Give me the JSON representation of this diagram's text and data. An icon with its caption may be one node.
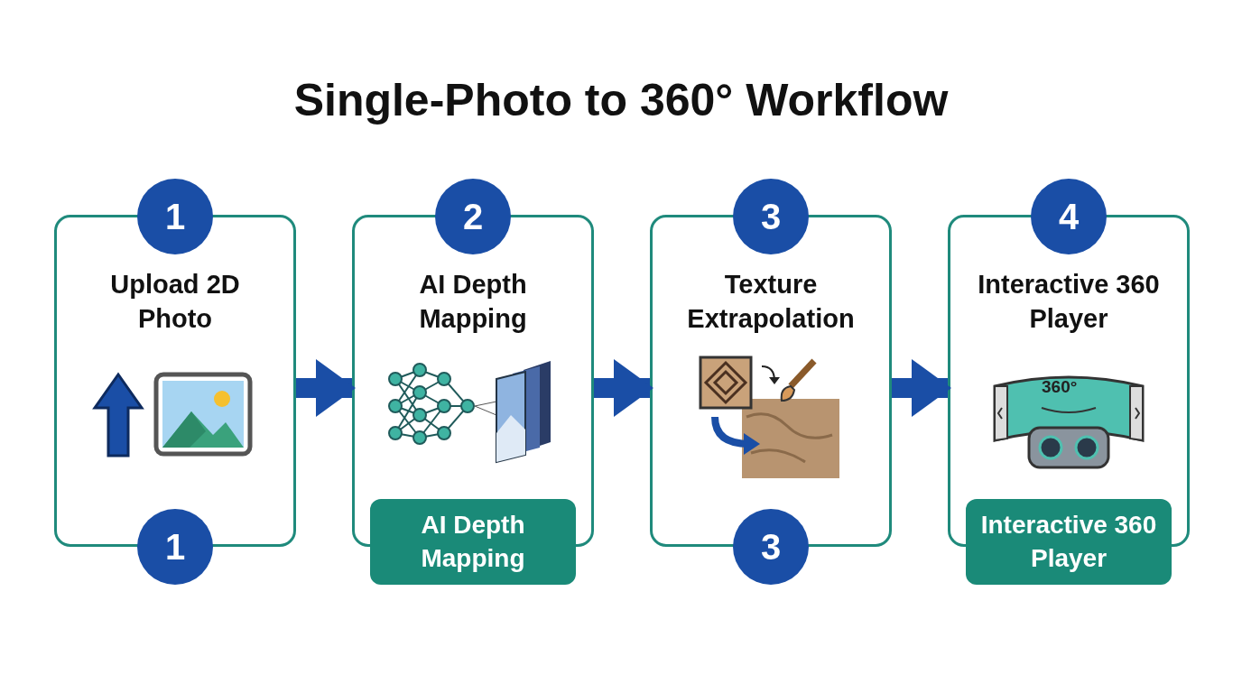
{
  "diagram": {
    "title": "Single-Photo to 360° Workflow",
    "nodes": [
      {
        "text": [
          "1"
        ]
      },
      {
        "text": [
          "Upload 2D Photo"
        ]
      },
      {
        "text": [
          "1"
        ]
      },
      {
        "text": [
          "2"
        ]
      },
      {
        "text": [
          "AI Depth Mapping"
        ]
      },
      {
        "text": [
          "AI Depth Mapping"
        ]
      },
      {
        "text": [
          "3"
        ]
      },
      {
        "text": [
          "Texture Extrapolation"
        ]
      },
      {
        "text": [
          "3"
        ]
      },
      {
        "text": [
          "4"
        ]
      },
      {
        "text": [
          "Interactive 360 Player"
        ]
      },
      {
        "text": [
          "Interactive 360 Player"
        ]
      }
    ],
    "edges": [
      {
        "from": 1,
        "to": 4,
        "arrow": "to"
      },
      {
        "from": 4,
        "to": 7,
        "arrow": "to"
      },
      {
        "from": 7,
        "to": 10,
        "arrow": "to"
      }
    ],
    "labels": [
      "360°"
    ]
  }
}
